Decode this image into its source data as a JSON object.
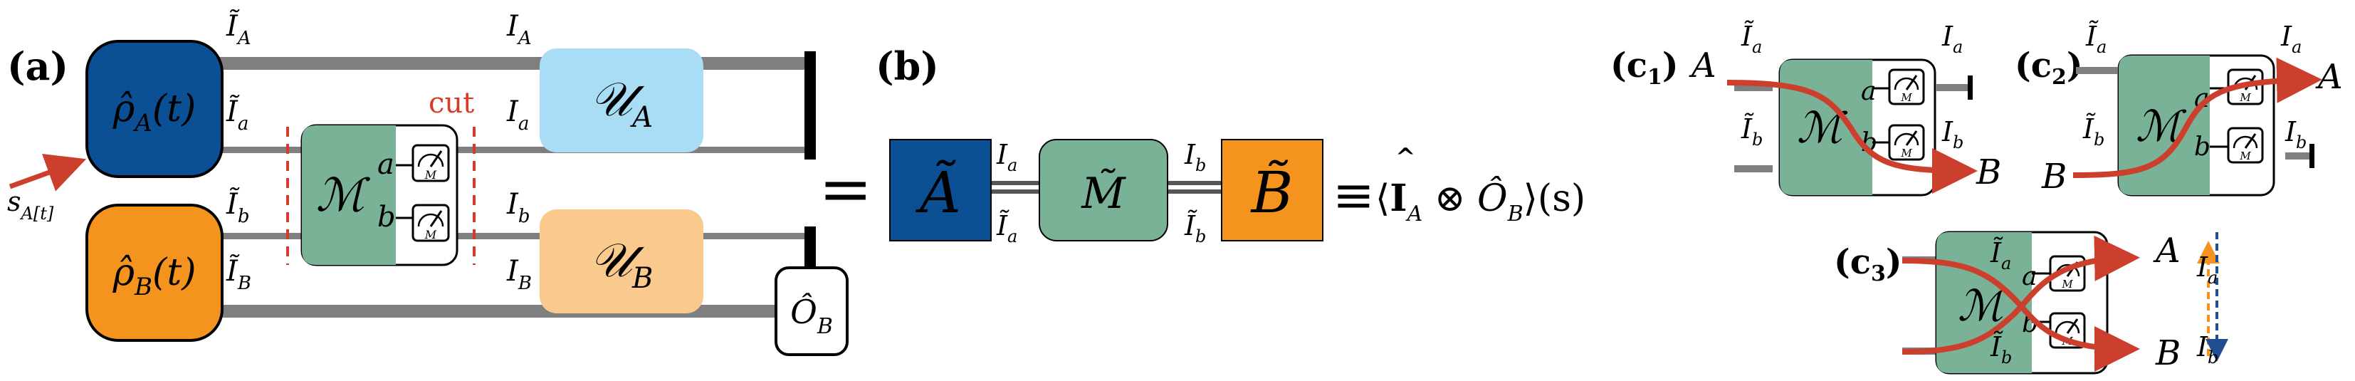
{
  "panel_labels": {
    "a": "(a)",
    "b": "(b)",
    "c1": "(c",
    "c1_sub": "1",
    "c2": "(c",
    "c2_sub": "2",
    "c3": "(c",
    "c3_sub": "3",
    "close": ")"
  },
  "panel_a": {
    "rhoA": "ρ̂",
    "rhoA_sub": "A",
    "rhoA_arg": "(t)",
    "rhoB": "ρ̂",
    "rhoB_sub": "B",
    "rhoB_arg": "(t)",
    "UA": "𝒰",
    "UA_sub": "A",
    "UB": "𝒰",
    "UB_sub": "B",
    "M": "ℳ",
    "port_a": "a",
    "port_b": "b",
    "meter_M": "M",
    "OB": "Ô",
    "OB_sub": "B",
    "cut": "cut",
    "source": "s",
    "source_sub": "A[t]",
    "I": "I",
    "Itilde": "Ĩ",
    "sub_A": "A",
    "sub_a": "a",
    "sub_b": "b",
    "sub_B": "B"
  },
  "equals": "=",
  "panel_b": {
    "Atilde": "Ã",
    "Mtilde": "M̃",
    "Btilde": "B̃",
    "I": "I",
    "Itilde": "Ĩ",
    "sub_a": "a",
    "sub_b": "b",
    "equiv": "≡",
    "expr_open": "⟨",
    "bold_I": "I",
    "hat": "^",
    "expr_sub_A": "A",
    "otimes": " ⊗ ",
    "O": "Ô",
    "expr_sub_B": "B",
    "expr_close": "⟩(s)"
  },
  "panel_c": {
    "A": "A",
    "B": "B",
    "M": "ℳ",
    "port_a": "a",
    "port_b": "b",
    "meter_M": "M",
    "I": "I",
    "Itilde": "Ĩ",
    "sub_a": "a",
    "sub_b": "b"
  },
  "colors": {
    "blue": "#0b4f94",
    "orange": "#f5931f",
    "light_blue": "#a9dcf5",
    "light_orange": "#f9c98e",
    "green": "#7ab297",
    "grey": "#7f7f7f",
    "red": "#cc3f2c",
    "cut_red": "#d63a2a",
    "dark_blue_arrow": "#1f4e91"
  }
}
